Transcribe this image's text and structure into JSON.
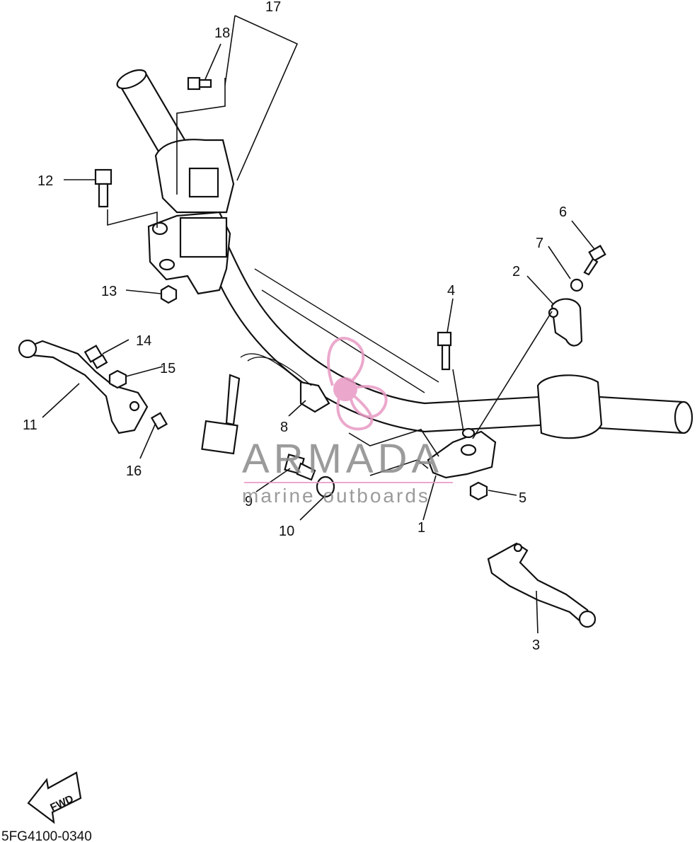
{
  "diagram": {
    "callouts": [
      "1",
      "2",
      "3",
      "4",
      "5",
      "6",
      "7",
      "8",
      "9",
      "10",
      "11",
      "12",
      "13",
      "14",
      "15",
      "16",
      "17",
      "18"
    ],
    "fwd_label": "FWD",
    "code": "5FG4100-0340"
  },
  "watermark": {
    "brand": "ARMADA",
    "tagline": "marine outboards",
    "color": "#e89ac4"
  }
}
